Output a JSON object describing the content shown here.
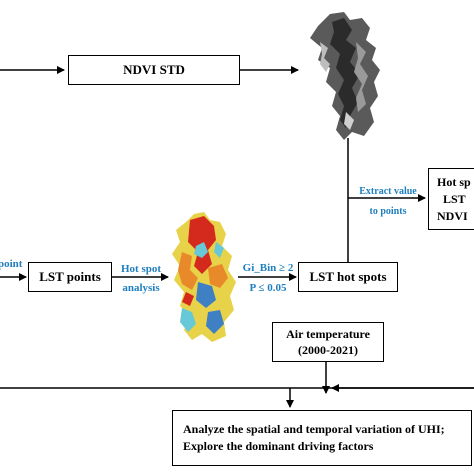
{
  "nodes": {
    "ndvi_std": "NDVI STD",
    "lst_points": "LST points",
    "lst_hot_spots": "LST hot spots",
    "hot_spots_box": [
      "Hot sp",
      "LST",
      "NDVI"
    ],
    "air_temperature": [
      "Air temperature",
      "(2000-2021)"
    ],
    "analyze": [
      "Analyze the spatial and temporal variation of UHI;",
      "Explore the dominant driving factors"
    ]
  },
  "edge_labels": {
    "to_point": "point",
    "hot_spot_analysis": [
      "Hot spot",
      "analysis"
    ],
    "gi_bin": [
      "Gi_Bin ≥ 2",
      "P ≤ 0.05"
    ],
    "extract_value": [
      "Extract  value",
      "to points"
    ]
  },
  "colors": {
    "label_blue": "#1f7fc0",
    "ndvi_map": "#5a5a5a",
    "hot_spot_red": "#d42a1e",
    "hot_spot_orange": "#e88a2a",
    "hot_spot_yellow": "#e7d24a",
    "hot_spot_blue": "#3f7fc4",
    "hot_spot_cyan": "#67c8d8"
  },
  "icons": {
    "ndvi_map": "ndvi-std-map-image",
    "hotspot_map": "lst-hot-spot-map-image"
  }
}
